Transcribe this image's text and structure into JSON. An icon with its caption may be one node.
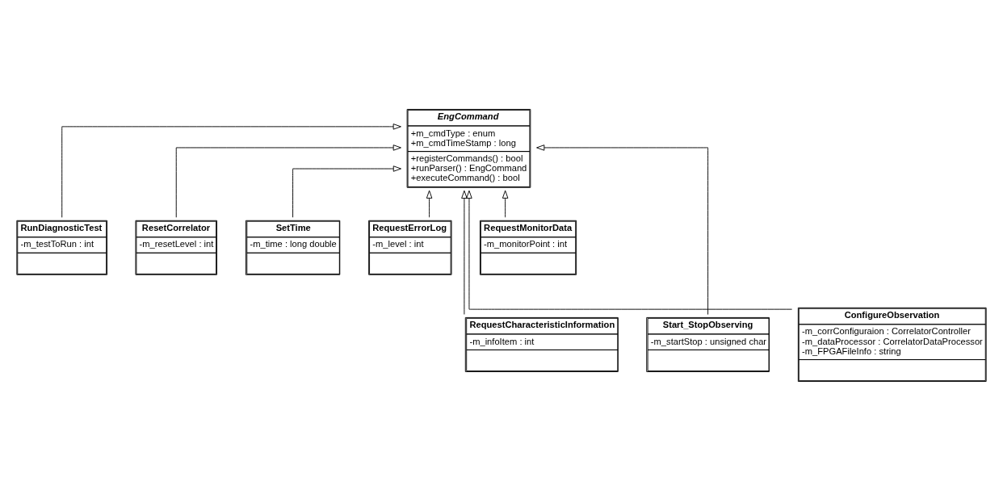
{
  "diagram": {
    "nodes": [
      {
        "text": [
          "EngCommand",
          "+m_cmdType : enum",
          "+m_cmdTimeStamp : long",
          "+registerCommands() : bool",
          "+runParser() : EngCommand",
          "+executeCommand() : bool"
        ]
      },
      {
        "text": [
          "RunDiagnosticTest",
          "-m_testToRun : int"
        ]
      },
      {
        "text": [
          "ResetCorrelator",
          "-m_resetLevel : int"
        ]
      },
      {
        "text": [
          "SetTime",
          "-m_time : long double"
        ]
      },
      {
        "text": [
          "RequestErrorLog",
          "-m_level : int"
        ]
      },
      {
        "text": [
          "RequestMonitorData",
          "-m_monitorPoint : int"
        ]
      },
      {
        "text": [
          "RequestCharacteristicInformation",
          "-m_infoItem : int"
        ]
      },
      {
        "text": [
          "Start_StopObserving",
          "-m_startStop : unsigned char"
        ]
      },
      {
        "text": [
          "ConfigureObservation",
          "-m_corrConfiguraion : CorrelatorController",
          "-m_dataProcessor : CorrelatorDataProcessor",
          "-m_FPGAFileInfo : string"
        ]
      }
    ],
    "edges": [
      {
        "from": 1,
        "to": 0,
        "arrow": "to"
      },
      {
        "from": 6,
        "to": 0,
        "arrow": "to"
      },
      {
        "from": 2,
        "to": 0,
        "arrow": "to"
      },
      {
        "from": 3,
        "to": 0,
        "arrow": "to"
      },
      {
        "from": 7,
        "to": 0,
        "arrow": "to"
      },
      {
        "from": 8,
        "to": 0,
        "arrow": "to"
      },
      {
        "from": 4,
        "to": 0,
        "arrow": "to"
      },
      {
        "from": 5,
        "to": 0,
        "arrow": "to"
      }
    ]
  }
}
